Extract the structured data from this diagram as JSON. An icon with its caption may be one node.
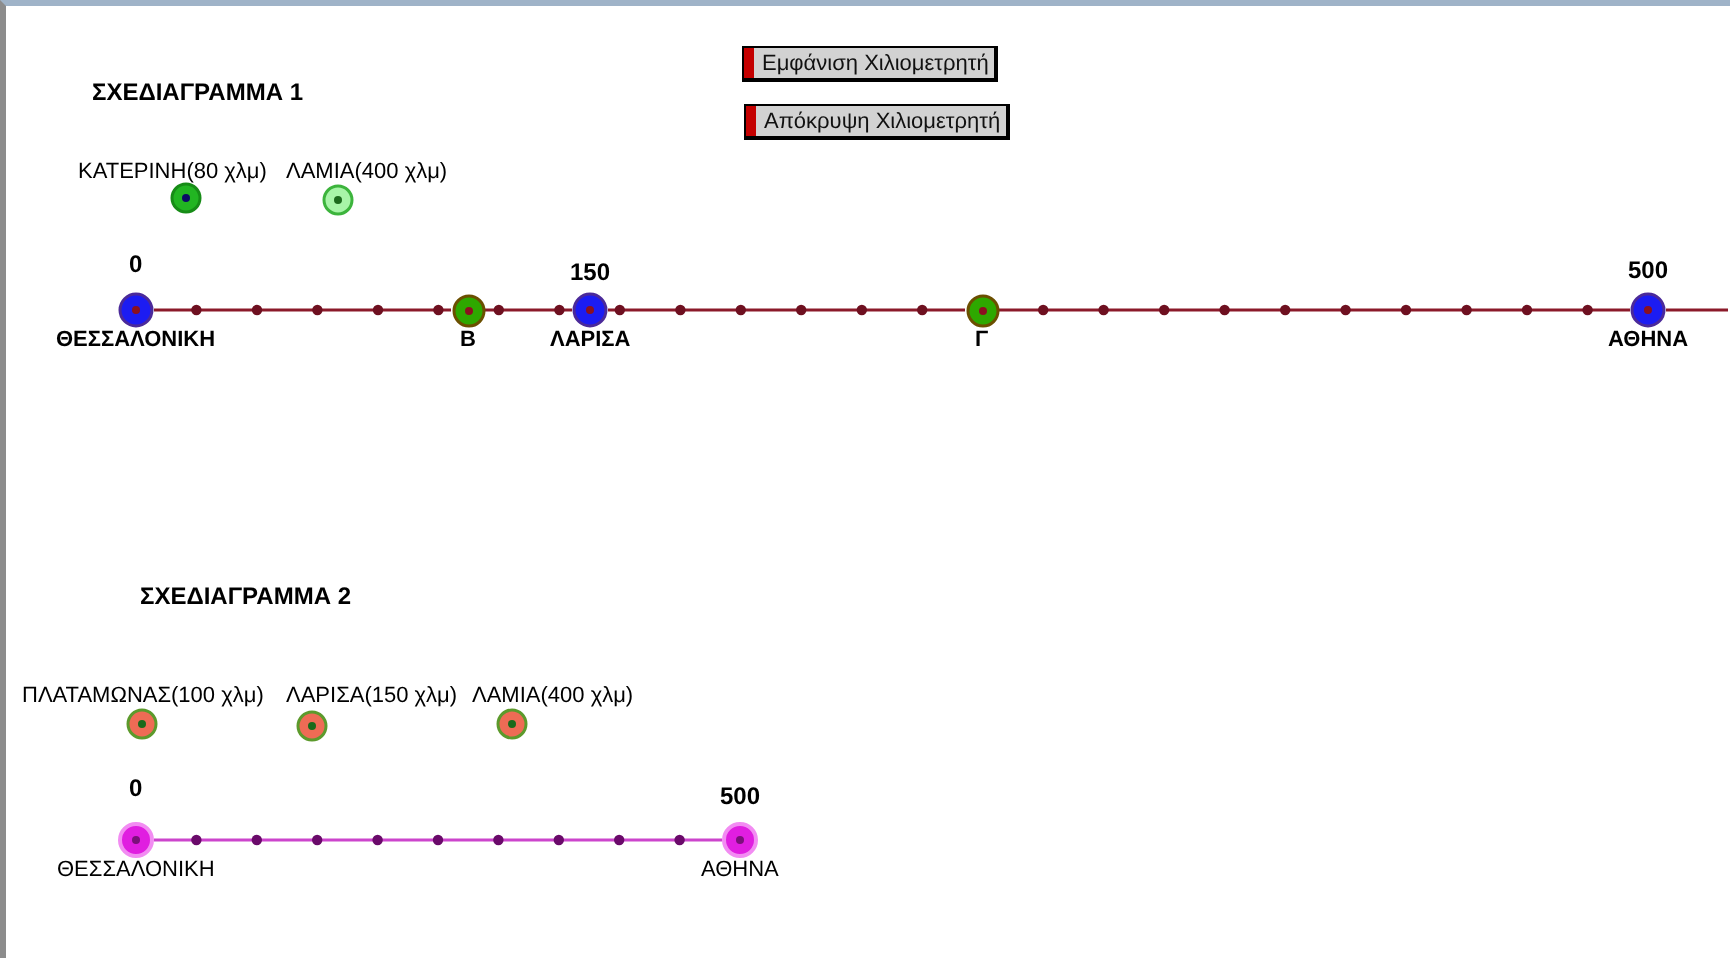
{
  "diagram": {
    "nodes": [
      {
        "text": [
          "ΚΑΤΕΡΙΝΗ(80 χλμ)"
        ]
      },
      {
        "text": [
          "ΛΑΜΙΑ(400 χλμ)"
        ]
      },
      {
        "text": [
          "ΘΕΣΣΑΛΟΝΙΚΗ"
        ],
        "beside": [
          "0"
        ]
      },
      {
        "text": [
          "Β"
        ]
      },
      {
        "text": [
          "ΛΑΡΙΣΑ"
        ],
        "beside": [
          "150"
        ]
      },
      {
        "text": [
          "Γ"
        ]
      },
      {
        "text": [
          "ΑΘΗΝΑ"
        ],
        "beside": [
          "500"
        ]
      },
      {
        "text": [
          "ΠΛΑΤΑΜΩΝΑΣ(100 χλμ)"
        ]
      },
      {
        "text": [
          "ΛΑΡΙΣΑ(150 χλμ)"
        ]
      },
      {
        "text": [
          "ΛΑΜΙΑ(400 χλμ)"
        ]
      },
      {
        "text": [
          "ΘΕΣΣΑΛΟΝΙΚΗ"
        ],
        "beside": [
          "0"
        ]
      },
      {
        "text": [
          "ΑΘΗΝΑ"
        ],
        "beside": [
          "500"
        ]
      }
    ],
    "edges": [
      {
        "from": 2,
        "to": 3,
        "arrow": "none"
      },
      {
        "from": 3,
        "to": 4,
        "arrow": "none"
      },
      {
        "from": 4,
        "to": 5,
        "arrow": "none"
      },
      {
        "from": 5,
        "to": 6,
        "arrow": "none"
      },
      {
        "from": 6,
        "to": null,
        "arrow": "none"
      },
      {
        "from": 10,
        "to": 11,
        "arrow": "none",
        "color": "#cc44cc"
      }
    ],
    "labels": [
      "Εμφάνιση Χιλιομετρητή",
      "ΣΧΕΔΙΑΓΡΑΜΜΑ 1",
      "Απόκρυψη Χιλιομετρητή",
      "ΣΧΕΔΙΑΓΡΑΜΜΑ 2"
    ]
  }
}
